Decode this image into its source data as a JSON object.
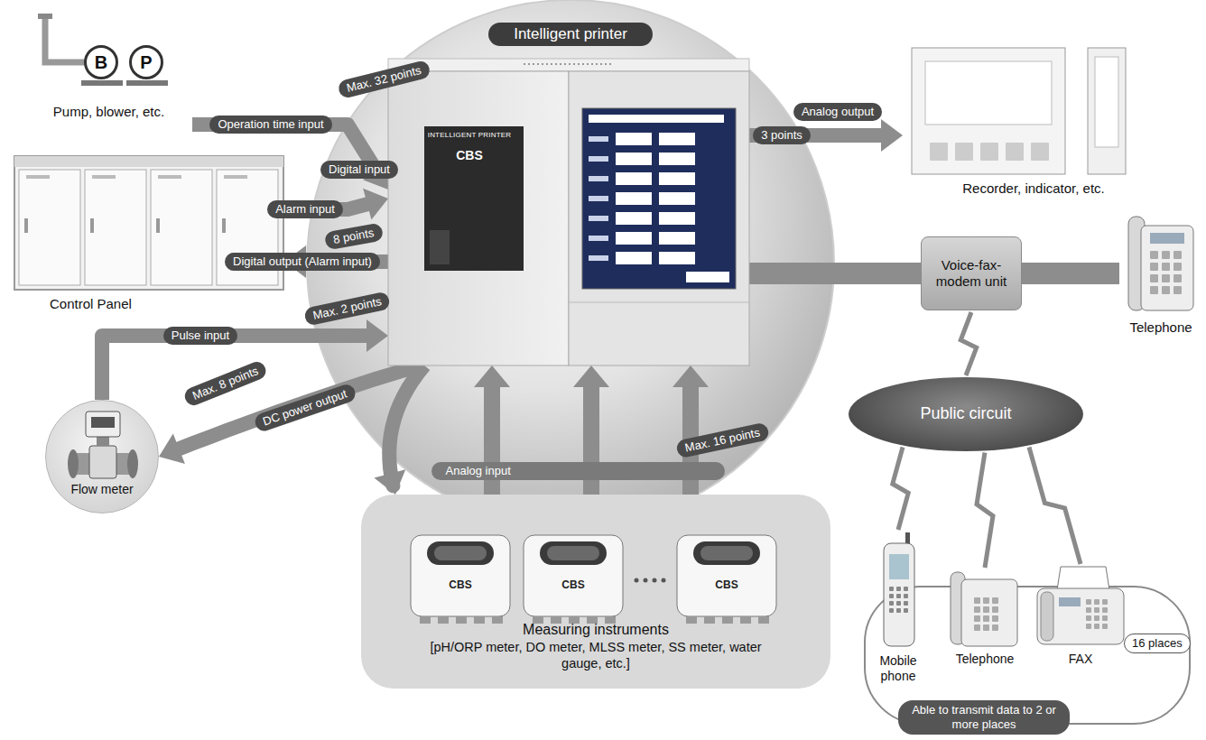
{
  "diagram": {
    "nodes": [
      {
        "text": [
          "Pump, blower, etc."
        ]
      },
      {
        "text": [
          "B"
        ],
        "in": 0
      },
      {
        "text": [
          "P"
        ],
        "in": 0
      },
      {
        "text": [
          "Control Panel"
        ]
      },
      {
        "text": [
          "Intelligent printer"
        ]
      },
      {
        "text": [
          "Recorder, indicator, etc."
        ]
      },
      {
        "text": [
          "Voice-fax-modem unit"
        ]
      },
      {
        "text": [
          "Telephone"
        ]
      },
      {
        "text": [
          "Public circuit"
        ]
      },
      {
        "text": [
          "Flow meter"
        ]
      },
      {
        "text": [
          "Measuring instruments",
          "[pH/ORP meter, DO meter, MLSS meter, SS meter, water gauge, etc.]"
        ]
      },
      {
        "text": [
          "Able to transmit data to 2 or more places"
        ]
      },
      {
        "text": [
          "Mobile phone"
        ],
        "in": 11
      },
      {
        "text": [
          "Telephone"
        ],
        "in": 11
      },
      {
        "text": [
          "FAX"
        ],
        "in": 11
      },
      {
        "text": [
          "16 places"
        ],
        "in": 11
      }
    ],
    "edges": [
      {
        "from": 0,
        "to": 4,
        "arrow": "to",
        "label": "Operation time input"
      },
      {
        "from": 3,
        "to": 4,
        "arrow": "to",
        "label": "Alarm input"
      },
      {
        "from": 4,
        "to": 3,
        "arrow": "to",
        "label": "Digital output (Alarm input)"
      },
      {
        "from": 9,
        "to": 4,
        "arrow": "to",
        "label": "Pulse input"
      },
      {
        "from": 4,
        "to": 9,
        "arrow": "to",
        "label": "DC power output"
      },
      {
        "from": 4,
        "to": 10,
        "arrow": "to"
      },
      {
        "from": 10,
        "to": 4,
        "arrow": "to",
        "label": "Analog input"
      },
      {
        "from": 4,
        "to": 5,
        "arrow": "to",
        "label": "Analog output"
      },
      {
        "from": 4,
        "to": 6,
        "arrow": "none"
      },
      {
        "from": 6,
        "to": 7,
        "arrow": "none"
      },
      {
        "from": 6,
        "to": 8,
        "arrow": "none"
      },
      {
        "from": 8,
        "to": 12,
        "arrow": "none"
      },
      {
        "from": 8,
        "to": 13,
        "arrow": "none"
      },
      {
        "from": 8,
        "to": 14,
        "arrow": "none"
      }
    ],
    "labels": [
      "Max. 32 points",
      "Digital input",
      "8 points",
      "Max. 2 points",
      "Max. 8 points",
      "Max. 16 points",
      "3 points",
      "INTELLIGENT PRINTER",
      "CBS",
      "CBS",
      "CBS",
      "CBS"
    ]
  }
}
